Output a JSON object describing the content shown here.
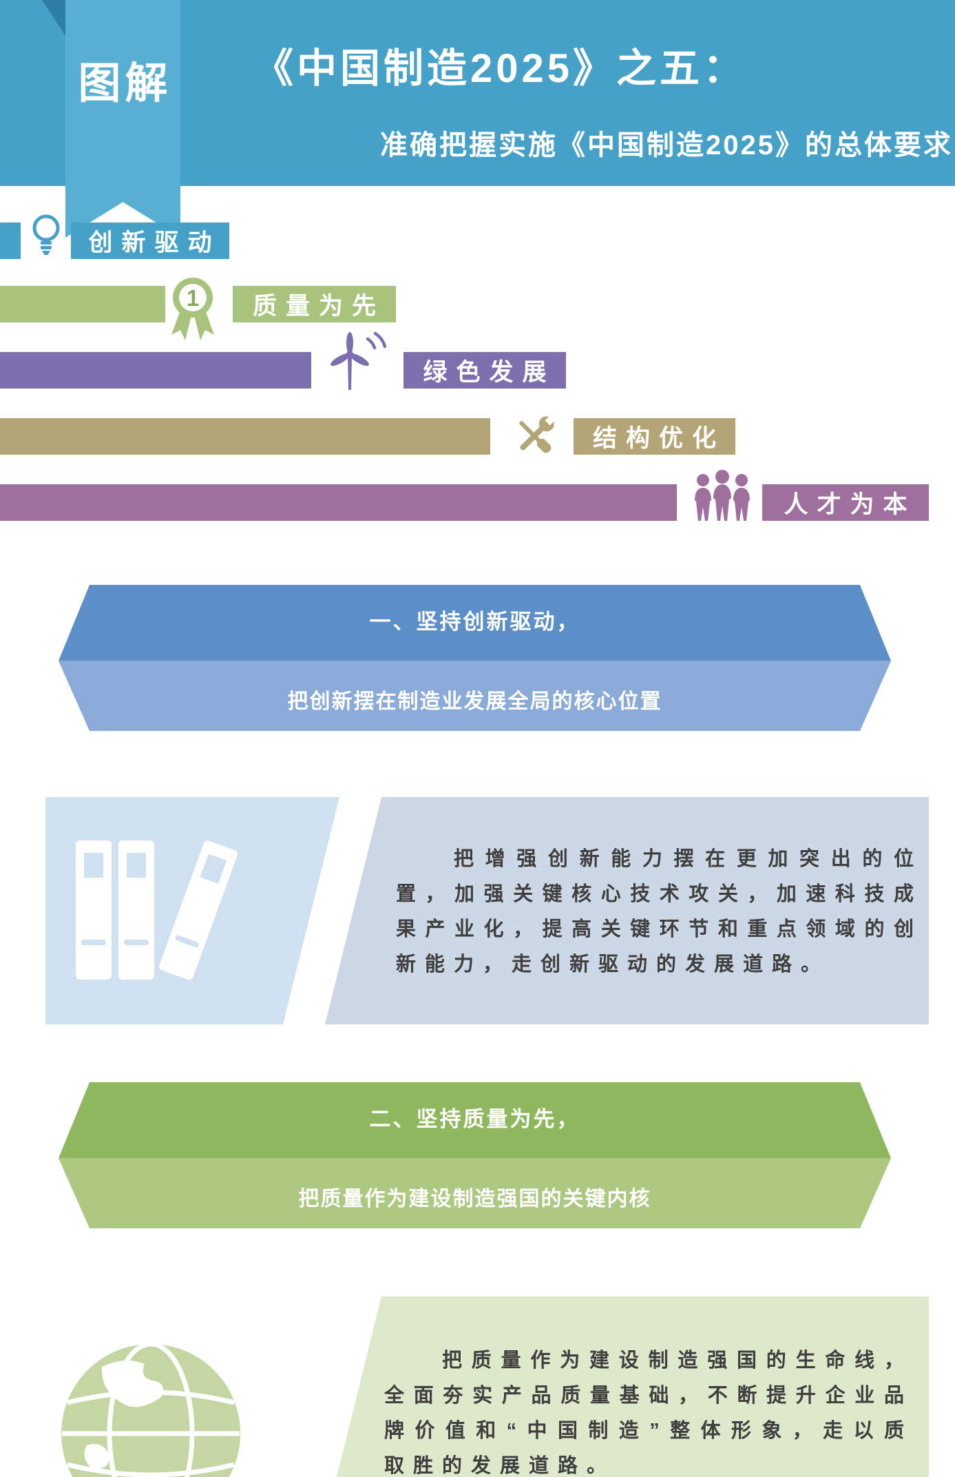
{
  "header": {
    "ribbon_label": "图解",
    "title": "《中国制造2025》之五：",
    "subtitle": "准确把握实施《中国制造2025》的总体要求",
    "background_color": "#46a1c8",
    "ribbon_color": "#57b0d4"
  },
  "principles": [
    {
      "label": "创新驱动",
      "icon": "lightbulb-icon",
      "color": "#46a1c8"
    },
    {
      "label": "质量为先",
      "icon": "medal-icon",
      "color": "#a8c37b"
    },
    {
      "label": "绿色发展",
      "icon": "wind-turbine-icon",
      "color": "#7d6fad"
    },
    {
      "label": "结构优化",
      "icon": "tools-icon",
      "color": "#b3a575"
    },
    {
      "label": "人才为本",
      "icon": "people-icon",
      "color": "#9f6f9e"
    }
  ],
  "sections": [
    {
      "heading_line1": "一、坚持创新驱动，",
      "heading_line2": "把创新摆在制造业发展全局的核心位置",
      "body": "把增强创新能力摆在更加突出的位置，加强关键核心技术攻关，加速科技成果产业化，提高关键环节和重点领域的创新能力，走创新驱动的发展道路。",
      "icon": "binders-icon",
      "banner_top_color": "#5c8ec8",
      "banner_bottom_color": "#8aabd8",
      "icon_panel_color": "#cfe1f0",
      "text_panel_color": "#ccd8e5"
    },
    {
      "heading_line1": "二、坚持质量为先，",
      "heading_line2": "把质量作为建设制造强国的关键内核",
      "body": "把质量作为建设制造强国的生命线，全面夯实产品质量基础，不断提升企业品牌价值和“中国制造”整体形象，走以质取胜的发展道路。",
      "icon": "globe-icon",
      "banner_top_color": "#8fb85e",
      "banner_bottom_color": "#adc881",
      "text_panel_color": "#dde9ca"
    }
  ]
}
